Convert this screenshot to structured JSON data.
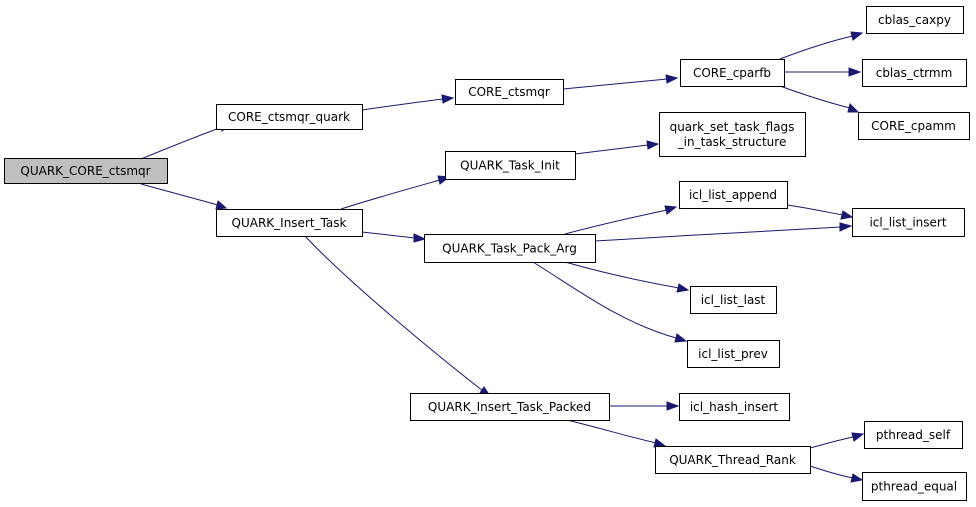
{
  "colors": {
    "edge": "#191970",
    "root_fill": "#bfbfbf",
    "node_fill": "#ffffff",
    "border": "#000000"
  },
  "nodes": {
    "quark_core_ctsmqr": {
      "lines": [
        "QUARK_CORE_ctsmqr"
      ]
    },
    "core_ctsmqr_quark": {
      "lines": [
        "CORE_ctsmqr_quark"
      ]
    },
    "quark_insert_task": {
      "lines": [
        "QUARK_Insert_Task"
      ]
    },
    "core_ctsmqr": {
      "lines": [
        "CORE_ctsmqr"
      ]
    },
    "core_cparfb": {
      "lines": [
        "CORE_cparfb"
      ]
    },
    "cblas_caxpy": {
      "lines": [
        "cblas_caxpy"
      ]
    },
    "cblas_ctrmm": {
      "lines": [
        "cblas_ctrmm"
      ]
    },
    "core_cpamm": {
      "lines": [
        "CORE_cpamm"
      ]
    },
    "quark_task_init": {
      "lines": [
        "QUARK_Task_Init"
      ]
    },
    "quark_set_task_flags": {
      "lines": [
        "quark_set_task_flags",
        "_in_task_structure"
      ]
    },
    "quark_task_pack_arg": {
      "lines": [
        "QUARK_Task_Pack_Arg"
      ]
    },
    "icl_list_append": {
      "lines": [
        "icl_list_append"
      ]
    },
    "icl_list_insert": {
      "lines": [
        "icl_list_insert"
      ]
    },
    "icl_list_last": {
      "lines": [
        "icl_list_last"
      ]
    },
    "icl_list_prev": {
      "lines": [
        "icl_list_prev"
      ]
    },
    "quark_insert_task_packed": {
      "lines": [
        "QUARK_Insert_Task_Packed"
      ]
    },
    "icl_hash_insert": {
      "lines": [
        "icl_hash_insert"
      ]
    },
    "quark_thread_rank": {
      "lines": [
        "QUARK_Thread_Rank"
      ]
    },
    "pthread_self": {
      "lines": [
        "pthread_self"
      ]
    },
    "pthread_equal": {
      "lines": [
        "pthread_equal"
      ]
    }
  },
  "edges": [
    [
      "quark_core_ctsmqr",
      "core_ctsmqr_quark"
    ],
    [
      "quark_core_ctsmqr",
      "quark_insert_task"
    ],
    [
      "core_ctsmqr_quark",
      "core_ctsmqr"
    ],
    [
      "core_ctsmqr",
      "core_cparfb"
    ],
    [
      "core_cparfb",
      "cblas_caxpy"
    ],
    [
      "core_cparfb",
      "cblas_ctrmm"
    ],
    [
      "core_cparfb",
      "core_cpamm"
    ],
    [
      "quark_insert_task",
      "quark_task_init"
    ],
    [
      "quark_insert_task",
      "quark_task_pack_arg"
    ],
    [
      "quark_insert_task",
      "quark_insert_task_packed"
    ],
    [
      "quark_task_init",
      "quark_set_task_flags"
    ],
    [
      "quark_task_pack_arg",
      "icl_list_append"
    ],
    [
      "quark_task_pack_arg",
      "icl_list_insert"
    ],
    [
      "quark_task_pack_arg",
      "icl_list_last"
    ],
    [
      "quark_task_pack_arg",
      "icl_list_prev"
    ],
    [
      "icl_list_append",
      "icl_list_insert"
    ],
    [
      "quark_insert_task_packed",
      "icl_hash_insert"
    ],
    [
      "quark_insert_task_packed",
      "quark_thread_rank"
    ],
    [
      "quark_thread_rank",
      "pthread_self"
    ],
    [
      "quark_thread_rank",
      "pthread_equal"
    ]
  ]
}
